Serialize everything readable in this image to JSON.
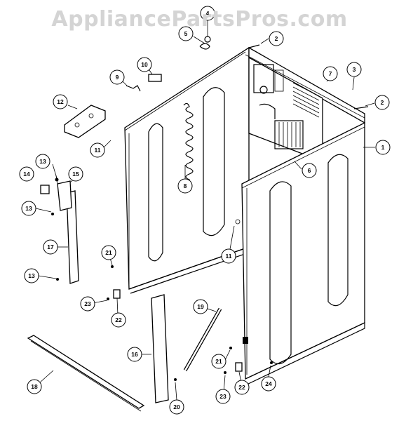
{
  "watermark": "AppliancePartsPros.com",
  "callouts": [
    {
      "id": "c1",
      "label": "1"
    },
    {
      "id": "c2a",
      "label": "2"
    },
    {
      "id": "c2b",
      "label": "2"
    },
    {
      "id": "c3",
      "label": "3"
    },
    {
      "id": "c4",
      "label": "4"
    },
    {
      "id": "c5",
      "label": "5"
    },
    {
      "id": "c6",
      "label": "6"
    },
    {
      "id": "c7",
      "label": "7"
    },
    {
      "id": "c8",
      "label": "8"
    },
    {
      "id": "c9",
      "label": "9"
    },
    {
      "id": "c10",
      "label": "10"
    },
    {
      "id": "c11a",
      "label": "11"
    },
    {
      "id": "c11b",
      "label": "11"
    },
    {
      "id": "c12",
      "label": "12"
    },
    {
      "id": "c13a",
      "label": "13"
    },
    {
      "id": "c13b",
      "label": "13"
    },
    {
      "id": "c13c",
      "label": "13"
    },
    {
      "id": "c14",
      "label": "14"
    },
    {
      "id": "c15",
      "label": "15"
    },
    {
      "id": "c16",
      "label": "16"
    },
    {
      "id": "c17",
      "label": "17"
    },
    {
      "id": "c18",
      "label": "18"
    },
    {
      "id": "c19",
      "label": "19"
    },
    {
      "id": "c20",
      "label": "20"
    },
    {
      "id": "c21a",
      "label": "21"
    },
    {
      "id": "c21b",
      "label": "21"
    },
    {
      "id": "c22a",
      "label": "22"
    },
    {
      "id": "c22b",
      "label": "22"
    },
    {
      "id": "c23a",
      "label": "23"
    },
    {
      "id": "c23b",
      "label": "23"
    },
    {
      "id": "c24",
      "label": "24"
    }
  ]
}
